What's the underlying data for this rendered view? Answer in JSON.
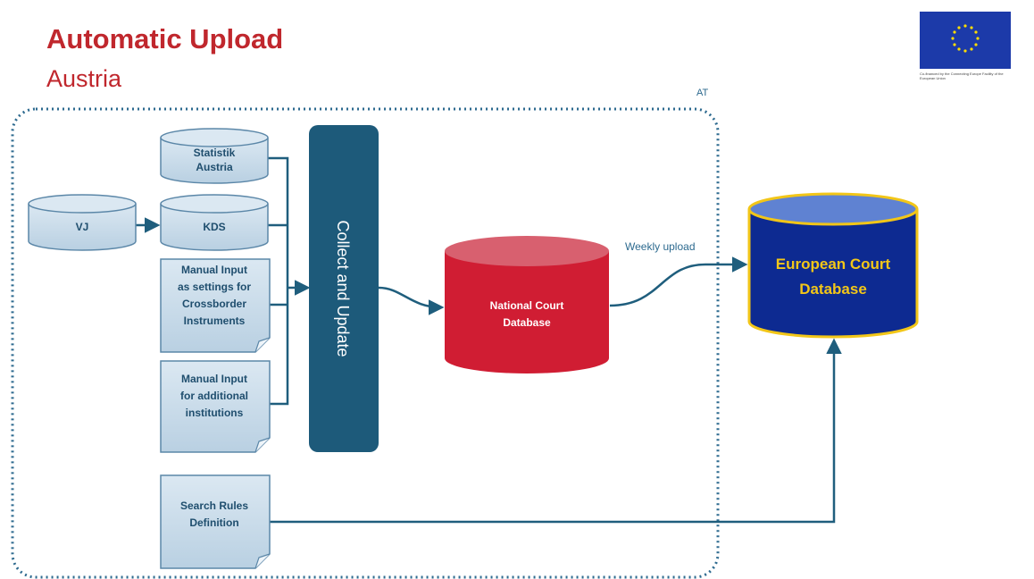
{
  "header": {
    "title": "Automatic Upload",
    "subtitle": "Austria"
  },
  "logo": {
    "caption": "Co-financed by the Connecting Europe Facility of the European Union"
  },
  "boundary": {
    "label": "AT"
  },
  "nodes": {
    "statistik": [
      "Statistik",
      "Austria"
    ],
    "vj": "VJ",
    "kds": "KDS",
    "manual_settings": [
      "Manual Input",
      "as settings for",
      "Crossborder",
      "Instruments"
    ],
    "manual_institutions": [
      "Manual Input",
      "for additional",
      "institutions"
    ],
    "search_rules": [
      "Search Rules",
      "Definition"
    ],
    "collect_update": "Collect and Update",
    "national_db": [
      "National Court",
      "Database"
    ],
    "european_db": [
      "European Court",
      "Database"
    ]
  },
  "edges": {
    "weekly_upload": "Weekly upload"
  },
  "colors": {
    "title_red": "#c0272d",
    "node_fill": "#cfe0ee",
    "node_stroke": "#5b87a8",
    "collect_fill": "#1d5a7a",
    "national_db_fill": "#d01d33",
    "european_db_fill": "#0d2a91",
    "european_db_border": "#f2c618",
    "connector": "#1f5e7d"
  }
}
